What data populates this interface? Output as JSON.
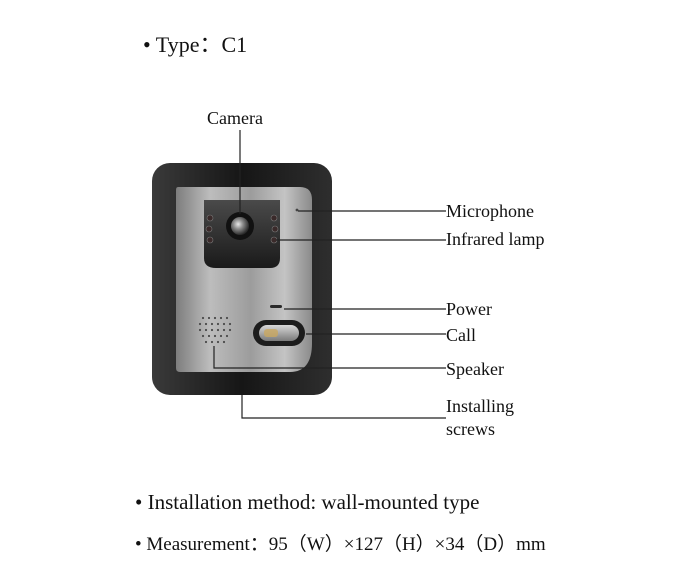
{
  "header": {
    "type_line": "• Type：C1"
  },
  "labels": {
    "camera": "Camera",
    "microphone": "Microphone",
    "infrared_lamp": "Infrared lamp",
    "power": "Power",
    "call": "Call",
    "speaker": "Speaker",
    "installing_1": "Installing",
    "installing_2": "screws"
  },
  "footer": {
    "installation": "• Installation method:   wall-mounted type",
    "measurement": "• Measurement：95（W）×127（H）×34（D）mm"
  },
  "colors": {
    "frame": "#1e1e1e",
    "panel": "#a9a9a9",
    "leader_line": "#222222"
  }
}
